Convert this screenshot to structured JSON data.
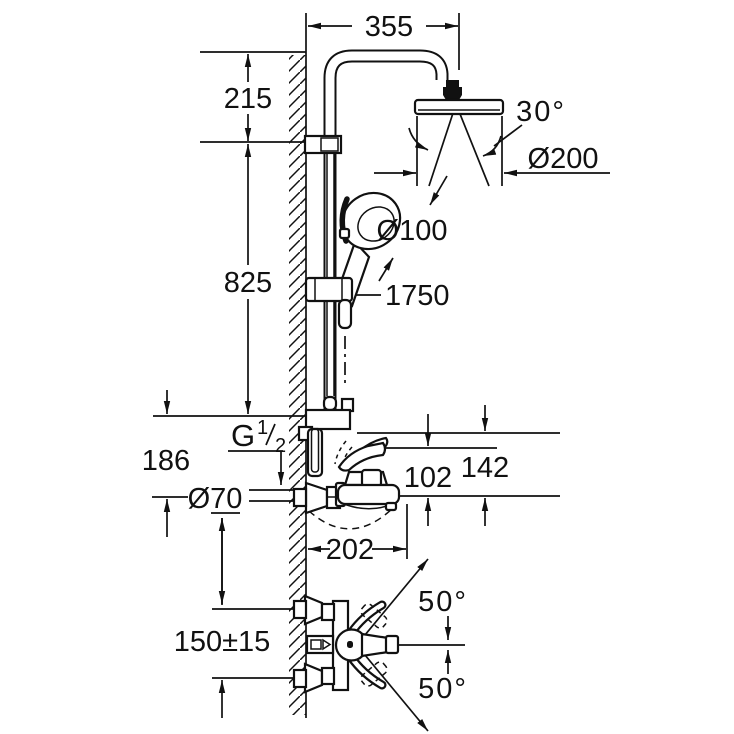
{
  "title": "Shower system installation drawing",
  "dimensions": {
    "width_wall_to_head": "355",
    "arm_to_rail_top": "215",
    "rail_length": "825",
    "head_swivel_angle": "30°",
    "head_diameter": "Ø200",
    "hand_shower_diameter": "Ø100",
    "hose_length": "1750",
    "thread_g": "G",
    "thread_num": "1",
    "thread_den": "2",
    "outlet_offset": "186",
    "escutcheon_diameter": "Ø70",
    "lever_clearance": "102",
    "mixer_height": "142",
    "spout_projection": "202",
    "connection_centers": "150±15",
    "spout_swivel_up": "50°",
    "spout_swivel_down": "50°"
  }
}
